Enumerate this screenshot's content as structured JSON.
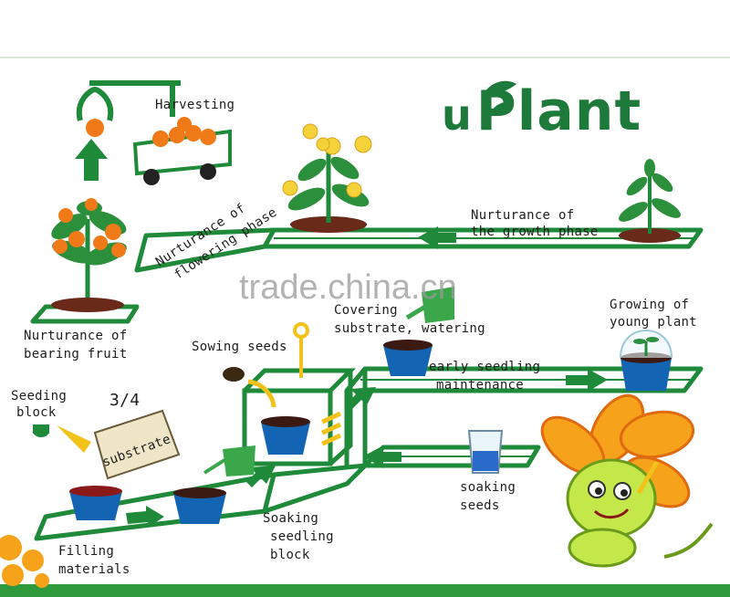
{
  "brand": {
    "name": "Plant",
    "prefix": "u"
  },
  "watermark": "trade.china.cn",
  "colors": {
    "green": "#1e7a3a",
    "light_green": "#3aa84a",
    "orange": "#f07a18",
    "blue": "#1464b4",
    "track_fill": "#e9f6ea"
  },
  "steps": {
    "harvesting": "Harvesting",
    "flowering_1": "Nurturance of",
    "flowering_2": "flowering phase",
    "growth_1": "Nurturance of",
    "growth_2": "the growth phase",
    "fruit_1": "Nurturance of",
    "fruit_2": "bearing fruit",
    "young_1": "Growing of",
    "young_2": "young plant",
    "covering_1": "Covering",
    "covering_2": "substrate, watering",
    "sowing": "Sowing seeds",
    "early_1": "early seedling",
    "early_2": "maintenance",
    "seeding_block_1": "Seeding",
    "seeding_block_2": "block",
    "substrate_ratio": "3/4",
    "substrate": "substrate",
    "soaking_seeds_1": "soaking",
    "soaking_seeds_2": "seeds",
    "soaking_block_1": "Soaking",
    "soaking_block_2": "seedling",
    "soaking_block_3": "block",
    "filling_1": "Filling",
    "filling_2": "materials"
  }
}
